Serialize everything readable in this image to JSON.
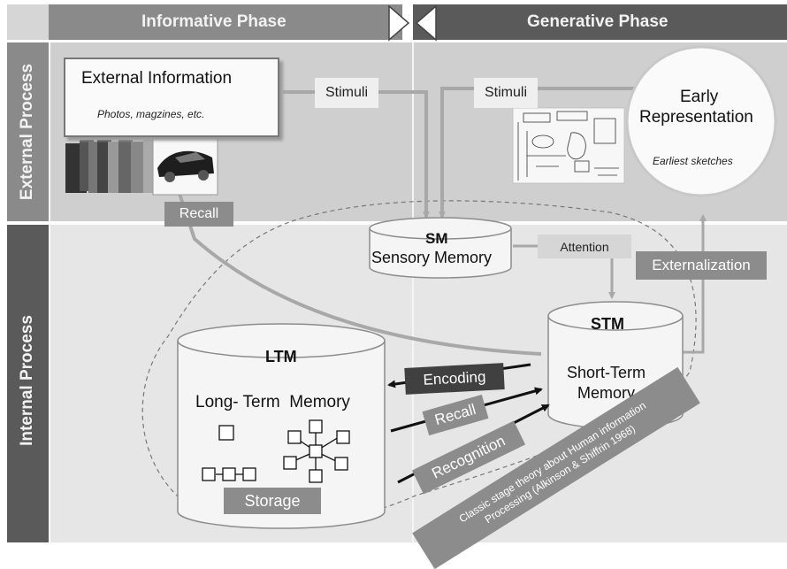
{
  "header": {
    "informative_phase": "Informative Phase",
    "generative_phase": "Generative Phase"
  },
  "side_labels": {
    "external_process": "External Process",
    "internal_process": "Internal Process"
  },
  "external_information": {
    "title": "External Information",
    "subtitle": "Photos, magzines, etc."
  },
  "early_representation": {
    "title_line1": "Early",
    "title_line2": "Representation",
    "subtitle": "Earliest sketches"
  },
  "labels": {
    "stimuli_left": "Stimuli",
    "stimuli_right": "Stimuli",
    "recall_top": "Recall",
    "attention": "Attention",
    "externalization": "Externalization",
    "encoding": "Encoding",
    "recall_arrow": "Recall",
    "recognition": "Recognition",
    "storage": "Storage"
  },
  "sm": {
    "abbr": "SM",
    "name": "Sensory Memory"
  },
  "stm": {
    "abbr": "STM",
    "name_line1": "Short-Term",
    "name_line2": "Memory"
  },
  "ltm": {
    "abbr": "LTM",
    "name": "Long- Term  Memory"
  },
  "theory_banner": {
    "line1": "Classic stage theory about Human information",
    "line2": "Processing (Alkinson & Shiffrin 1968)"
  },
  "colors": {
    "panel_dark": "#7f7f7f",
    "panel_mid": "#d0d0d0",
    "panel_light": "#e7e7e7",
    "arrow_gray": "#a8a8a8",
    "dark_label": "#404040",
    "mid_label": "#8c8c8c"
  }
}
